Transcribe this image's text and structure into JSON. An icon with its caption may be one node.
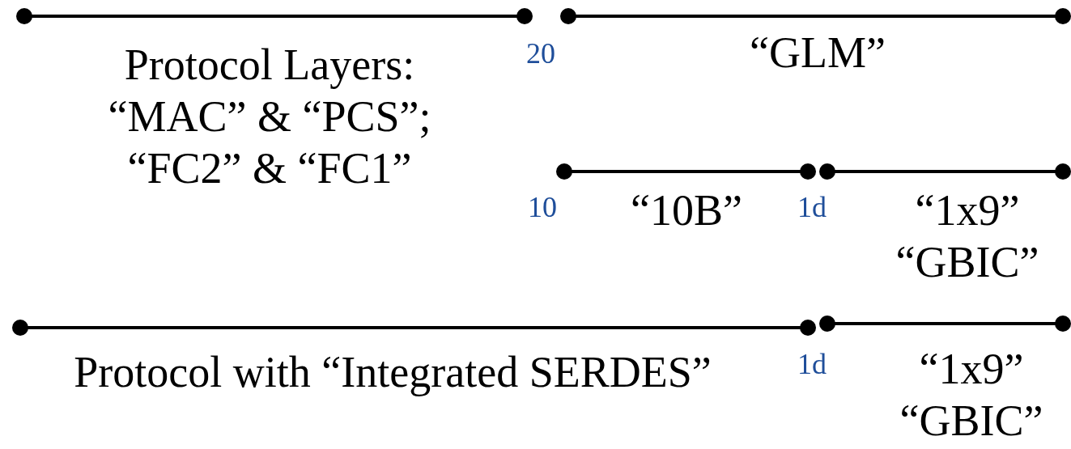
{
  "diagram": {
    "labels": [
      "Protocol Layers: “MAC” & “PCS”; “FC2” & “FC1”",
      "20",
      "“GLM”",
      "10",
      "“10B”",
      "1d",
      "“1x9” “GBIC”",
      "Protocol with “Integrated SERDES”",
      "1d",
      "“1x9” “GBIC”"
    ]
  }
}
